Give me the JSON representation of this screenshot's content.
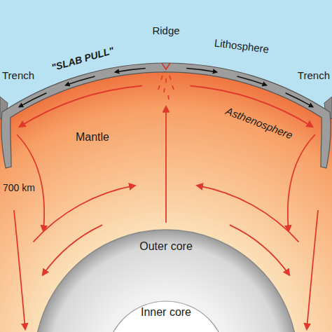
{
  "diagram": {
    "labels": [
      "Trench",
      "\"SLAB PULL\"",
      "Ridge",
      "Lithosphere",
      "Trench",
      "Asthenosphere",
      "Mantle",
      "700 km",
      "Outer core",
      "Inner core"
    ]
  }
}
